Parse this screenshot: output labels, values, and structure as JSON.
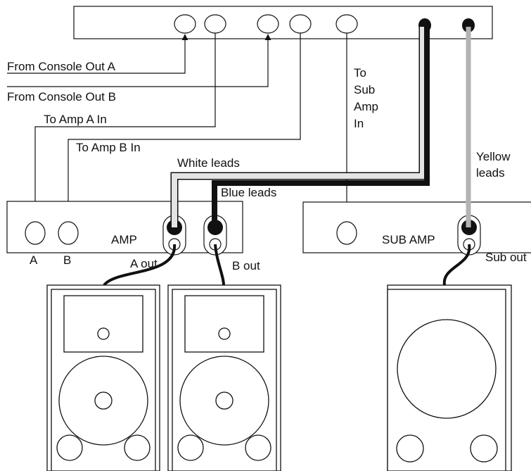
{
  "labels": {
    "console_out_a": "From Console Out A",
    "console_out_b": "From Console Out B",
    "to_amp_a_in": "To Amp A In",
    "to_amp_b_in": "To Amp B In",
    "to_sub_amp_in": [
      "To",
      "Sub",
      "Amp",
      "In"
    ],
    "white_leads": "White leads",
    "blue_leads": "Blue leads",
    "yellow_leads": [
      "Yellow",
      "leads"
    ],
    "amp": "AMP",
    "input_a": "A",
    "input_b": "B",
    "a_out": "A out",
    "b_out": "B out",
    "sub_amp": "SUB AMP",
    "sub_out": "Sub out"
  },
  "colors": {
    "ink": "#111111",
    "white_lead": "#e4e4e4",
    "blue_lead": "#111111",
    "yellow_lead": "#b3b3b3"
  }
}
